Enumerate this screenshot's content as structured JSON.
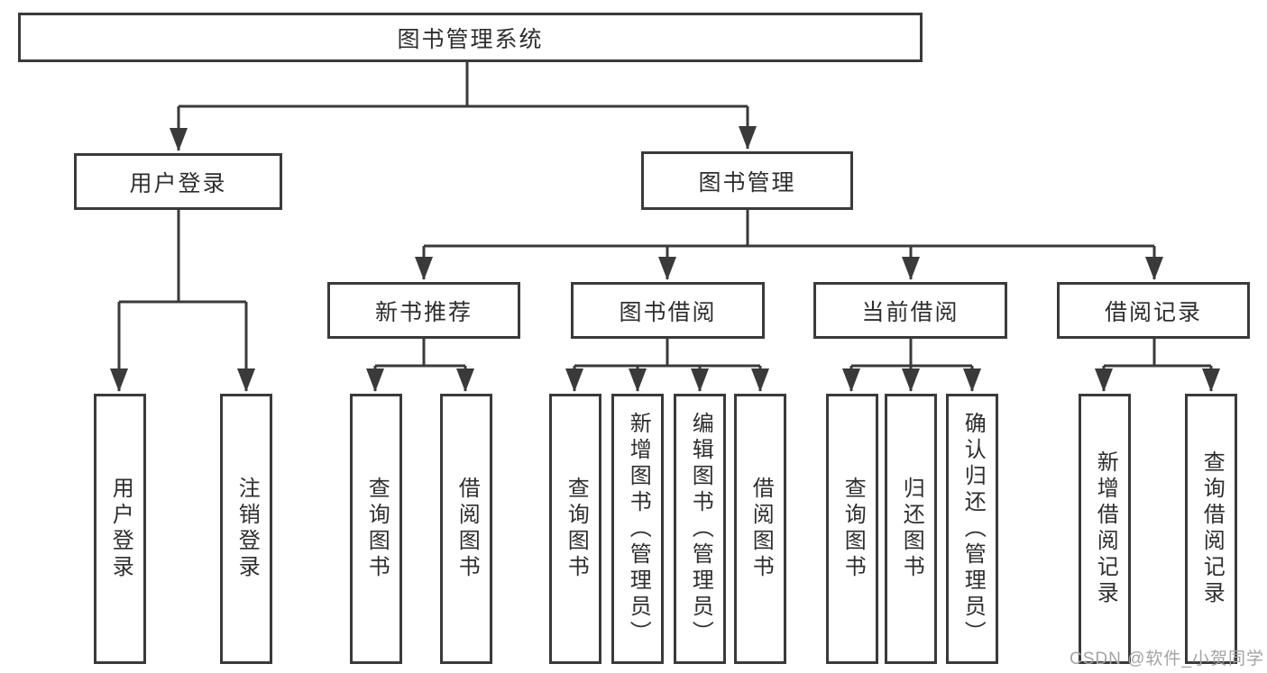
{
  "nodes": {
    "root": {
      "label": "图书管理系统"
    },
    "branches": [
      {
        "label": "用户登录",
        "children": [
          "用户登录",
          "注销登录"
        ]
      },
      {
        "label": "图书管理",
        "groups": [
          {
            "label": "新书推荐",
            "children": [
              "查询图书",
              "借阅图书"
            ]
          },
          {
            "label": "图书借阅",
            "children": [
              "查询图书",
              "新增图书（管理员）",
              "编辑图书（管理员）",
              "借阅图书"
            ]
          },
          {
            "label": "当前借阅",
            "children": [
              "查询图书",
              "归还图书",
              "确认归还（管理员）"
            ]
          },
          {
            "label": "借阅记录",
            "children": [
              "新增借阅记录",
              "查询借阅记录"
            ]
          }
        ]
      }
    ]
  },
  "watermark": {
    "text": "CSDN @软件_小贺同学"
  },
  "colors": {
    "line": "#3a3a3a",
    "box_border": "#3a3a3a",
    "box_fill": "#ffffff",
    "text": "#2e2e2e",
    "watermark_text": "#a3a3a3",
    "background": "#ffffff"
  }
}
